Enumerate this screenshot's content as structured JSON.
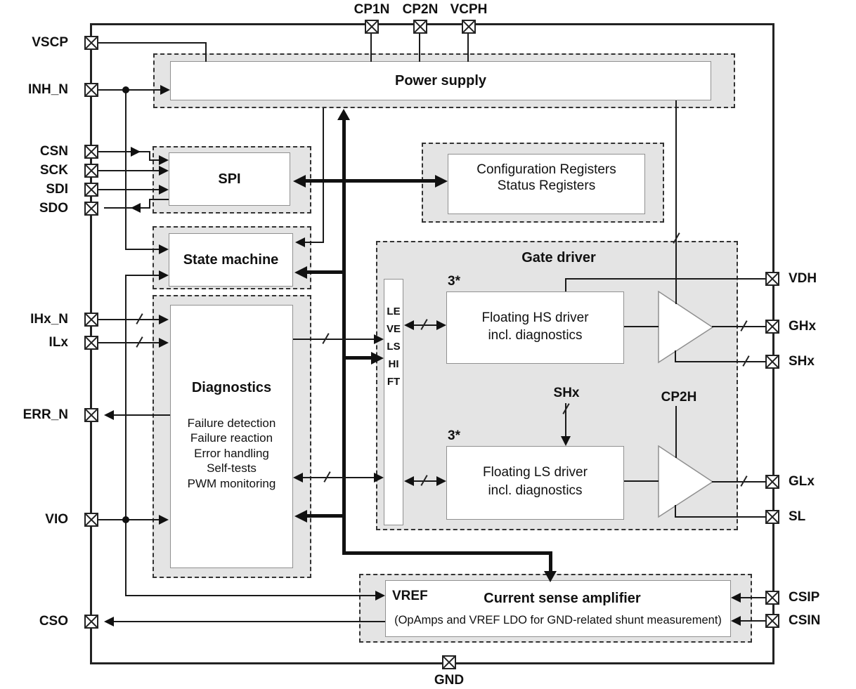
{
  "pins": {
    "top": [
      {
        "label": "CP1N"
      },
      {
        "label": "CP2N"
      },
      {
        "label": "VCPH"
      }
    ],
    "left": [
      {
        "label": "VSCP"
      },
      {
        "label": "INH_N"
      },
      {
        "label": "CSN"
      },
      {
        "label": "SCK"
      },
      {
        "label": "SDI"
      },
      {
        "label": "SDO"
      },
      {
        "label": "IHx_N"
      },
      {
        "label": "ILx"
      },
      {
        "label": "ERR_N"
      },
      {
        "label": "VIO"
      },
      {
        "label": "CSO"
      }
    ],
    "right": [
      {
        "label": "VDH"
      },
      {
        "label": "GHx"
      },
      {
        "label": "SHx"
      },
      {
        "label": "GLx"
      },
      {
        "label": "SL"
      },
      {
        "label": "CSIP"
      },
      {
        "label": "CSIN"
      }
    ],
    "bottom": [
      {
        "label": "GND"
      }
    ]
  },
  "blocks": {
    "power_supply": {
      "title": "Power supply"
    },
    "spi": {
      "title": "SPI"
    },
    "config_registers": {
      "line1": "Configuration Registers",
      "line2": "Status Registers"
    },
    "state_machine": {
      "title": "State machine"
    },
    "diagnostics": {
      "title": "Diagnostics",
      "items": [
        "Failure detection",
        "Failure reaction",
        "Error handling",
        "Self-tests",
        "PWM monitoring"
      ]
    },
    "gate_driver": {
      "title": "Gate driver",
      "level_shift": "LEVELSHIFT",
      "hs_count": "3*",
      "hs_line1": "Floating HS driver",
      "hs_line2": "incl. diagnostics",
      "shx_label": "SHx",
      "cp2h_label": "CP2H",
      "ls_count": "3*",
      "ls_line1": "Floating LS driver",
      "ls_line2": "incl. diagnostics"
    },
    "current_sense": {
      "vref_label": "VREF",
      "title": "Current sense amplifier",
      "subtitle": "(OpAmps and VREF LDO for GND-related shunt measurement)"
    }
  },
  "colors": {
    "block_fill": "#e4e4e4",
    "line": "#1a1a1a",
    "inner_border": "#909090",
    "text": "#111111"
  }
}
